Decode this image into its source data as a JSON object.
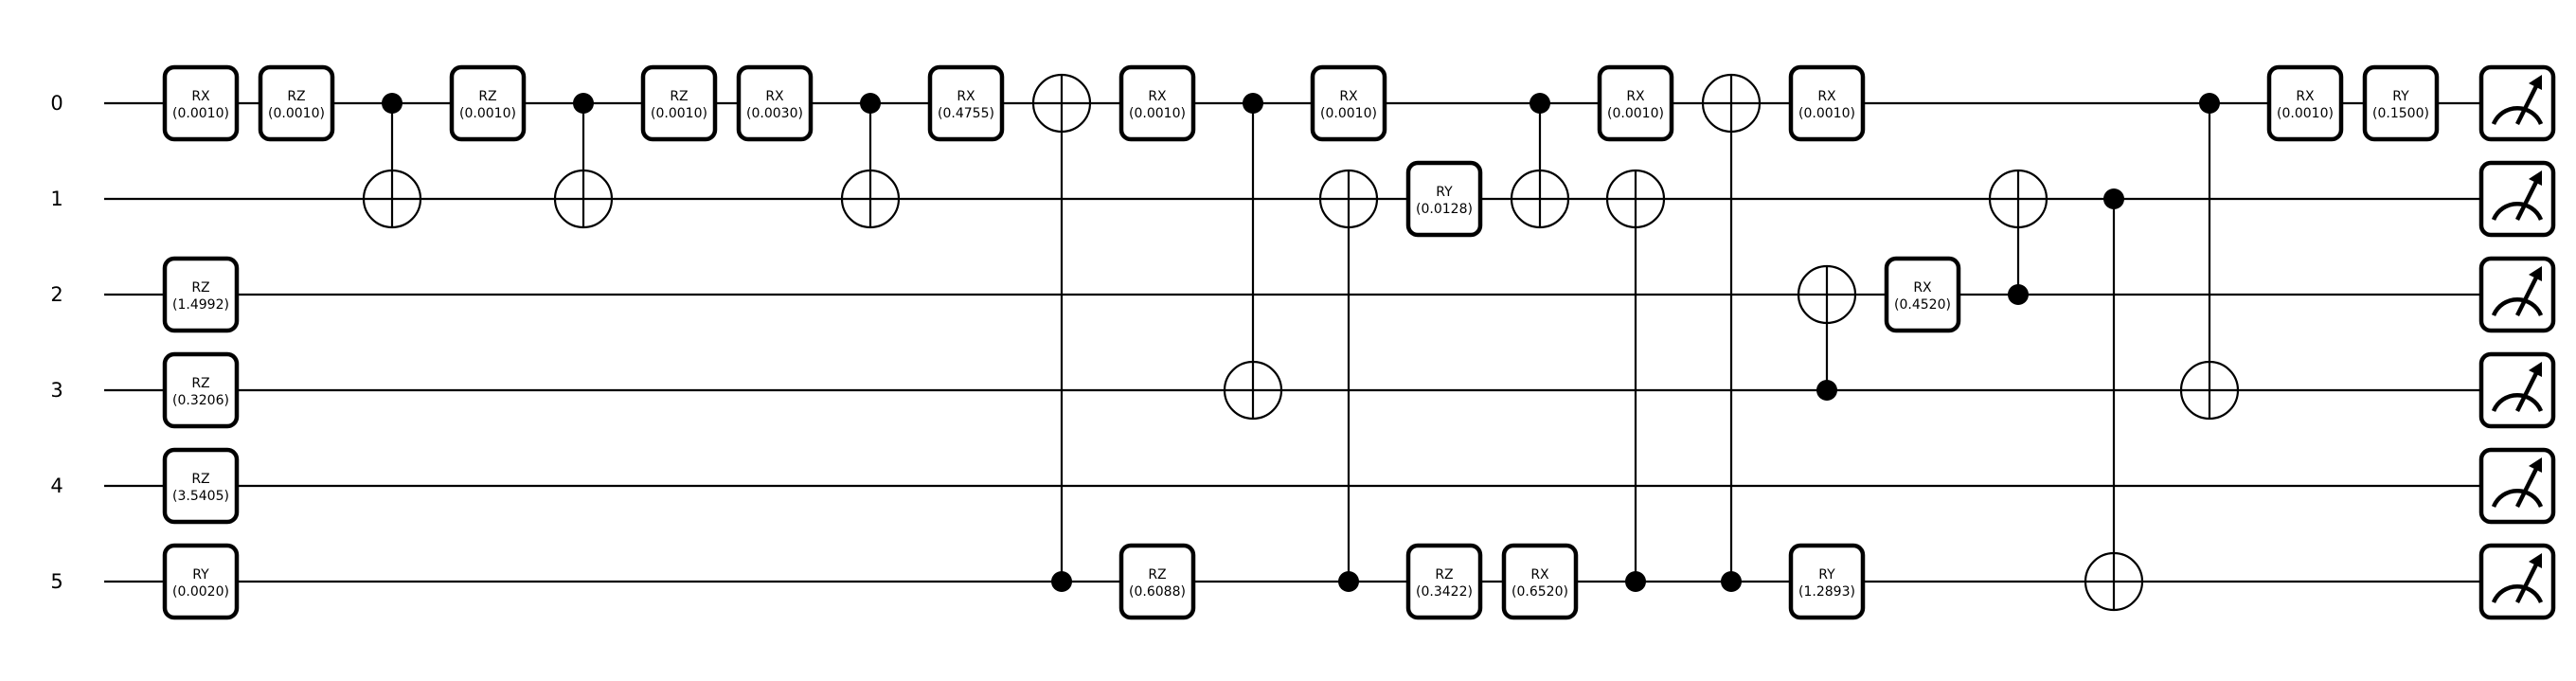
{
  "wires": [
    "0",
    "1",
    "2",
    "3",
    "4",
    "5"
  ],
  "operations": [
    {
      "kind": "gate",
      "name": "RX",
      "param": "(0.0010)",
      "wire": 0,
      "col": 0
    },
    {
      "kind": "gate",
      "name": "RZ",
      "param": "(0.0010)",
      "wire": 0,
      "col": 1
    },
    {
      "kind": "cnot",
      "control": 0,
      "target": 1,
      "col": 2
    },
    {
      "kind": "gate",
      "name": "RZ",
      "param": "(0.0010)",
      "wire": 0,
      "col": 3
    },
    {
      "kind": "cnot",
      "control": 0,
      "target": 1,
      "col": 4
    },
    {
      "kind": "gate",
      "name": "RZ",
      "param": "(0.0010)",
      "wire": 0,
      "col": 5
    },
    {
      "kind": "gate",
      "name": "RX",
      "param": "(0.0030)",
      "wire": 0,
      "col": 6
    },
    {
      "kind": "cnot",
      "control": 0,
      "target": 1,
      "col": 7
    },
    {
      "kind": "gate",
      "name": "RX",
      "param": "(0.4755)",
      "wire": 0,
      "col": 8
    },
    {
      "kind": "cnot",
      "control": 5,
      "target": 0,
      "col": 9
    },
    {
      "kind": "gate",
      "name": "RX",
      "param": "(0.0010)",
      "wire": 0,
      "col": 10
    },
    {
      "kind": "gate",
      "name": "RZ",
      "param": "(0.6088)",
      "wire": 5,
      "col": 10
    },
    {
      "kind": "cnot",
      "control": 0,
      "target": 3,
      "col": 11
    },
    {
      "kind": "gate",
      "name": "RX",
      "param": "(0.0010)",
      "wire": 0,
      "col": 12
    },
    {
      "kind": "cnot",
      "control": 5,
      "target": 1,
      "col": 12
    },
    {
      "kind": "gate",
      "name": "RY",
      "param": "(0.0128)",
      "wire": 1,
      "col": 13
    },
    {
      "kind": "gate",
      "name": "RZ",
      "param": "(0.3422)",
      "wire": 5,
      "col": 13
    },
    {
      "kind": "cnot",
      "control": 0,
      "target": 1,
      "col": 14
    },
    {
      "kind": "gate",
      "name": "RX",
      "param": "(0.6520)",
      "wire": 5,
      "col": 14
    },
    {
      "kind": "gate",
      "name": "RX",
      "param": "(0.0010)",
      "wire": 0,
      "col": 15
    },
    {
      "kind": "cnot",
      "control": 5,
      "target": 1,
      "col": 15
    },
    {
      "kind": "cnot",
      "control": 5,
      "target": 0,
      "col": 16
    },
    {
      "kind": "gate",
      "name": "RX",
      "param": "(0.0010)",
      "wire": 0,
      "col": 17
    },
    {
      "kind": "cnot",
      "control": 3,
      "target": 2,
      "col": 17
    },
    {
      "kind": "gate",
      "name": "RY",
      "param": "(1.2893)",
      "wire": 5,
      "col": 17
    },
    {
      "kind": "gate",
      "name": "RX",
      "param": "(0.4520)",
      "wire": 2,
      "col": 18
    },
    {
      "kind": "cnot",
      "control": 2,
      "target": 1,
      "col": 19
    },
    {
      "kind": "cnot",
      "control": 1,
      "target": 5,
      "col": 20
    },
    {
      "kind": "cnot",
      "control": 0,
      "target": 3,
      "col": 21
    },
    {
      "kind": "gate",
      "name": "RX",
      "param": "(0.0010)",
      "wire": 0,
      "col": 22
    },
    {
      "kind": "gate",
      "name": "RY",
      "param": "(0.1500)",
      "wire": 0,
      "col": 23
    },
    {
      "kind": "gate",
      "name": "RZ",
      "param": "(1.4992)",
      "wire": 2,
      "col": 0
    },
    {
      "kind": "gate",
      "name": "RZ",
      "param": "(0.3206)",
      "wire": 3,
      "col": 0
    },
    {
      "kind": "gate",
      "name": "RZ",
      "param": "(3.5405)",
      "wire": 4,
      "col": 0
    },
    {
      "kind": "gate",
      "name": "RY",
      "param": "(0.0020)",
      "wire": 5,
      "col": 0
    }
  ],
  "measurements": [
    0,
    1,
    2,
    3,
    4,
    5
  ]
}
